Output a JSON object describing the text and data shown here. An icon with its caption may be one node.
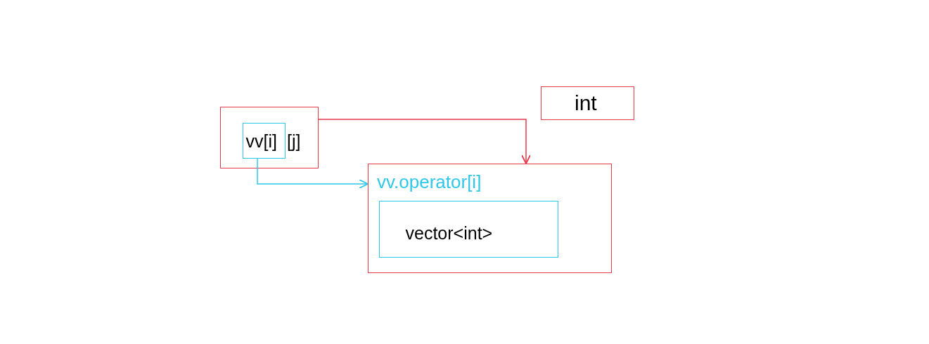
{
  "diagram": {
    "nodes": [
      {
        "text": [
          "[j]"
        ]
      },
      {
        "text": [
          "vv[i]"
        ],
        "in": 0
      },
      {
        "text": [
          "int"
        ]
      },
      {
        "text": [
          "vv.operator[i]"
        ]
      },
      {
        "text": [
          "vector<int>"
        ],
        "in": 3
      }
    ],
    "edges": [
      {
        "from": 0,
        "to": 3,
        "arrow": "to",
        "color": "#e8394a"
      },
      {
        "from": 1,
        "to": 3,
        "arrow": "to",
        "color": "#30c8e8"
      }
    ]
  }
}
